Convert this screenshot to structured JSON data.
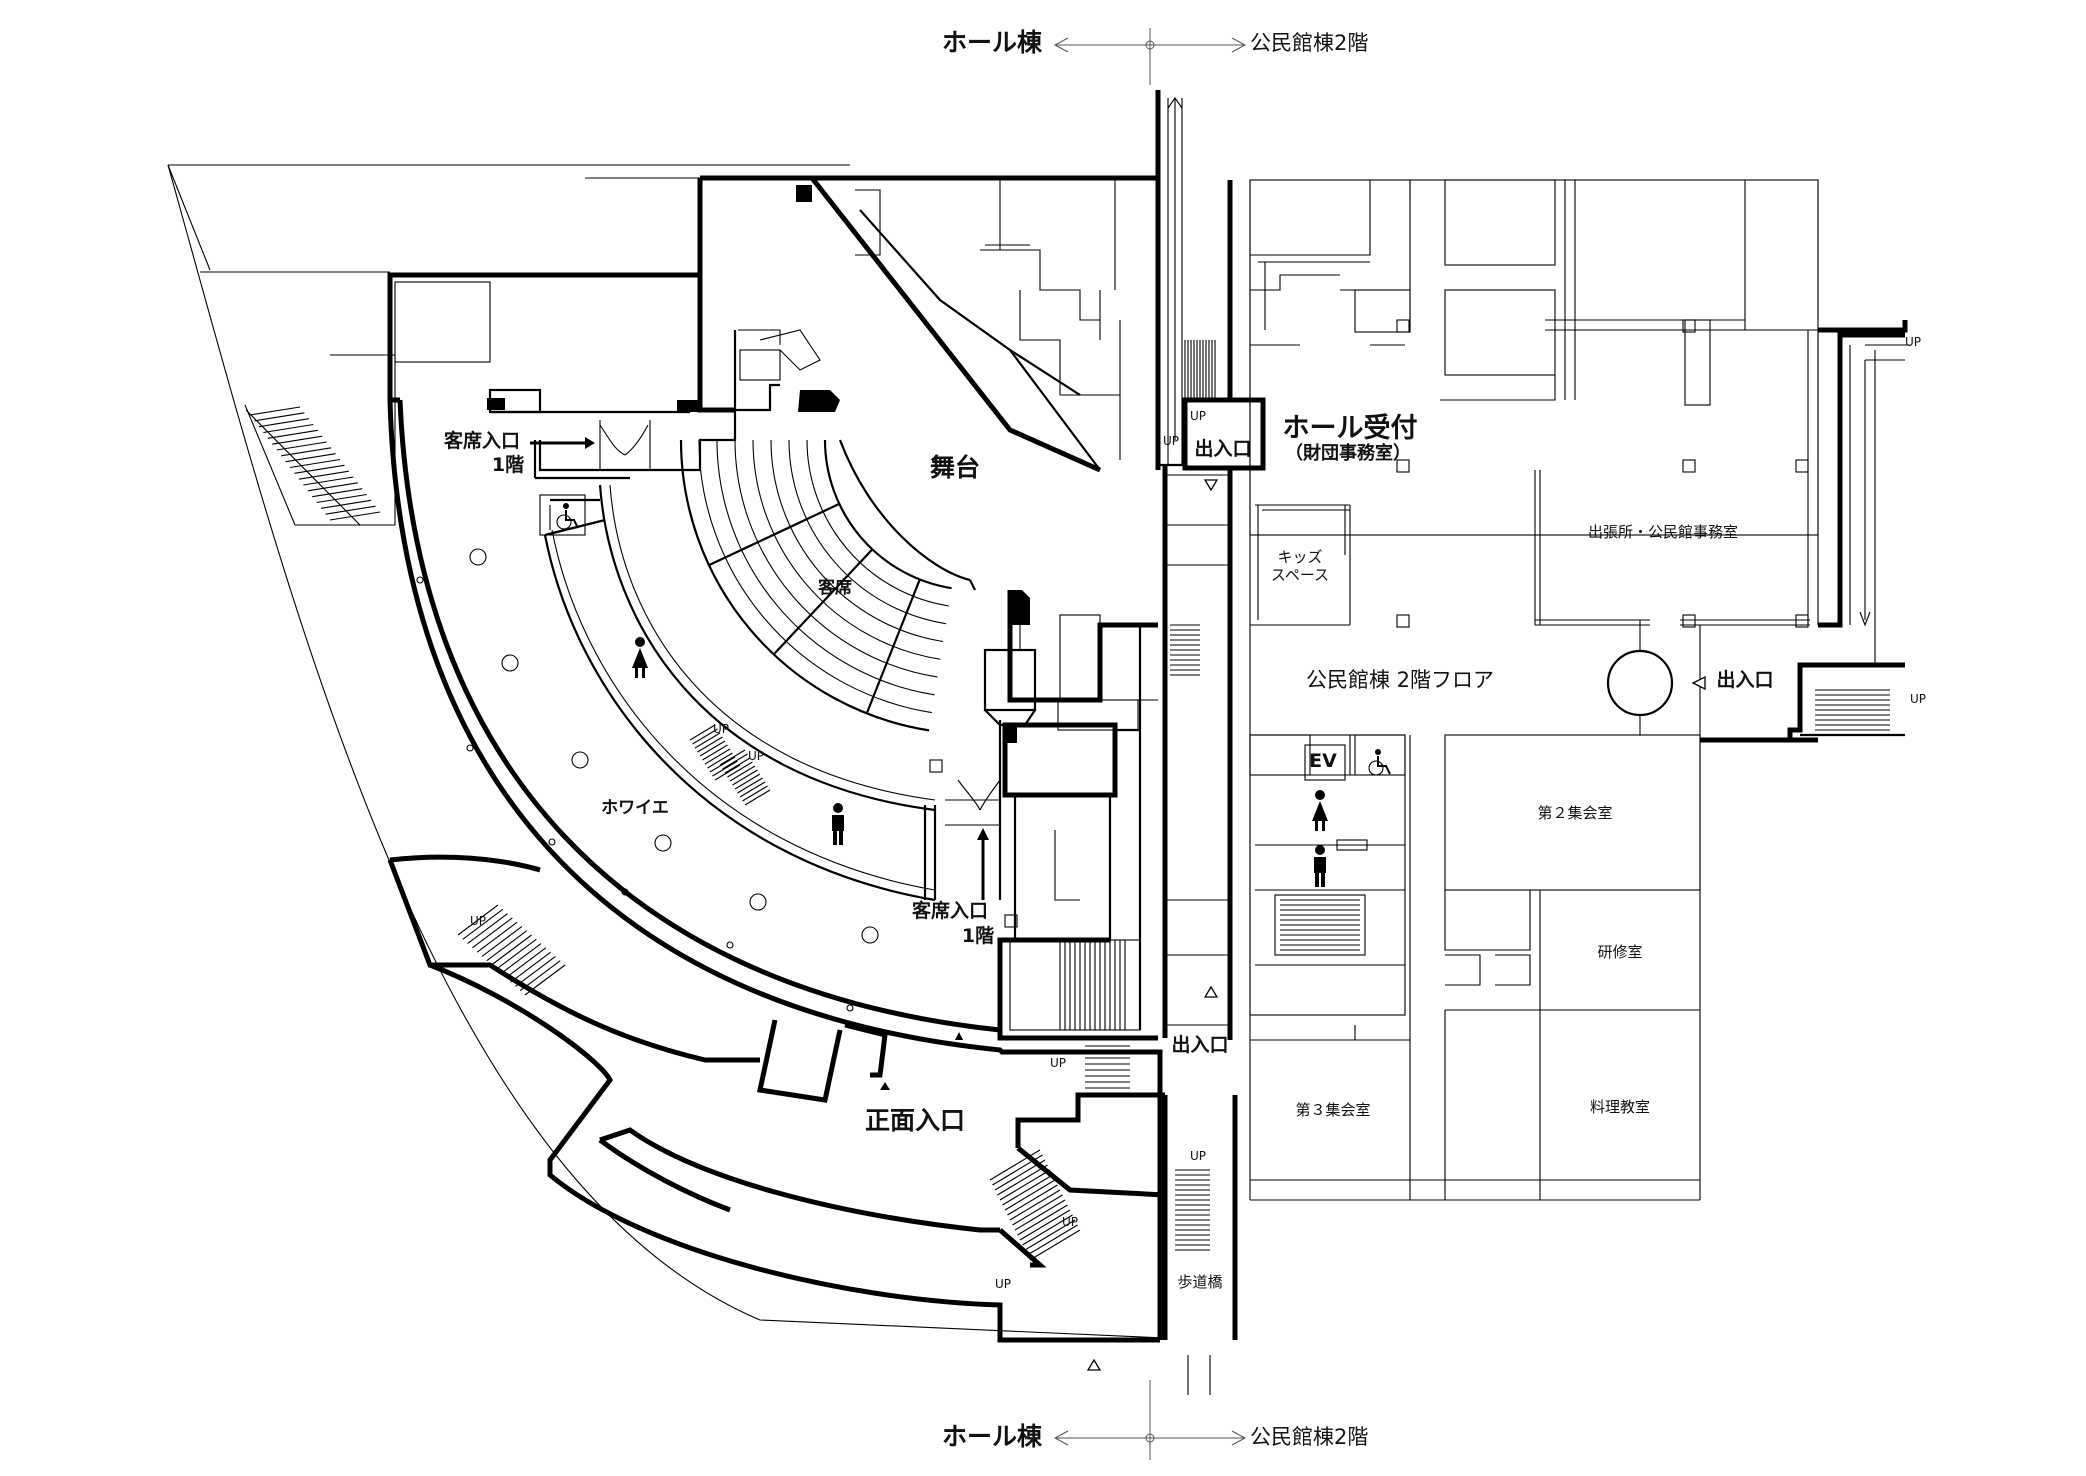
{
  "header": {
    "left": "ホール棟",
    "right": "公民館棟2階"
  },
  "footer": {
    "left": "ホール棟",
    "right": "公民館棟2階"
  },
  "hall": {
    "stage": "舞台",
    "seats": "客席",
    "foyer": "ホワイエ",
    "main_entrance": "正面入口",
    "seat_entrance_top": {
      "line1": "客席入口",
      "line2": "1階"
    },
    "seat_entrance_bottom": {
      "line1": "客席入口",
      "line2": "1階"
    },
    "exit_corridor_top": "出入口",
    "exit_corridor_bottom": "出入口",
    "walkway": "歩道橋"
  },
  "community": {
    "reception_title": "ホール受付",
    "reception_sub": "（財団事務室）",
    "kids_space": {
      "line1": "キッズ",
      "line2": "スペース"
    },
    "branch_office": "出張所・公民館事務室",
    "floor_label": "公民館棟  2階フロア",
    "exit_right": "出入口",
    "elevator": "EV",
    "room_2": "第２集会室",
    "room_training": "研修室",
    "room_3": "第３集会室",
    "room_cooking": "料理教室"
  },
  "stairs_up": "UP",
  "icons": [
    "toilet-female-icon",
    "toilet-male-icon",
    "wheelchair-icon",
    "elevator-icon",
    "direction-arrow-icon",
    "triangle-marker-icon"
  ]
}
